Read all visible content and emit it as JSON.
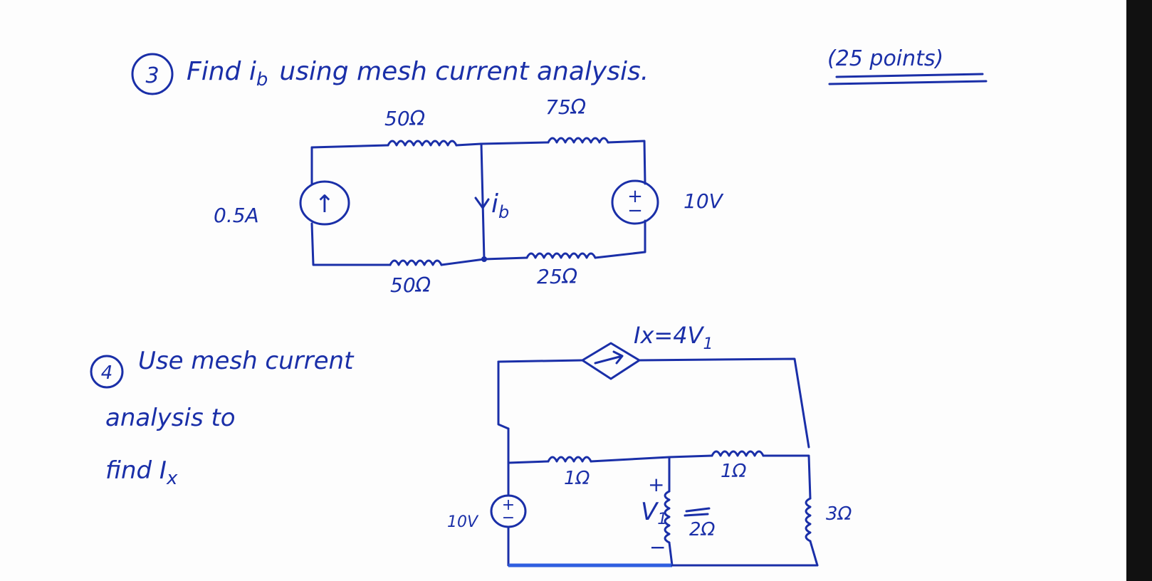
{
  "problems": [
    {
      "number": "3",
      "prompt": "Find i",
      "prompt_sub": "b",
      "prompt_rest": "using mesh current analysis.",
      "points": "(25 points)",
      "labels": {
        "r_top_left": "50Ω",
        "r_top_right": "75Ω",
        "r_bottom_left": "50Ω",
        "r_bottom_right": "25Ω",
        "current_source": "0.5A",
        "voltage_source": "10V",
        "branch_current": "i",
        "branch_current_sub": "b",
        "source_plus": "+",
        "source_minus": "−",
        "arrow": "↑"
      }
    },
    {
      "number": "4",
      "prompt_line1": "Use mesh current",
      "prompt_line2": "analysis to",
      "prompt_line3": "find I",
      "prompt_line3_sub": "x",
      "labels": {
        "dependent_source": "Ix=4V",
        "dependent_source_sub": "1",
        "r_mid_left": "1Ω",
        "r_mid_right": "1Ω",
        "r_center": "2Ω",
        "r_right": "3Ω",
        "voltage_source": "10V",
        "v1": "V",
        "v1_sub": "1",
        "v1_plus": "+",
        "v1_minus": "−",
        "source_plus": "+",
        "source_minus": "−"
      }
    }
  ]
}
